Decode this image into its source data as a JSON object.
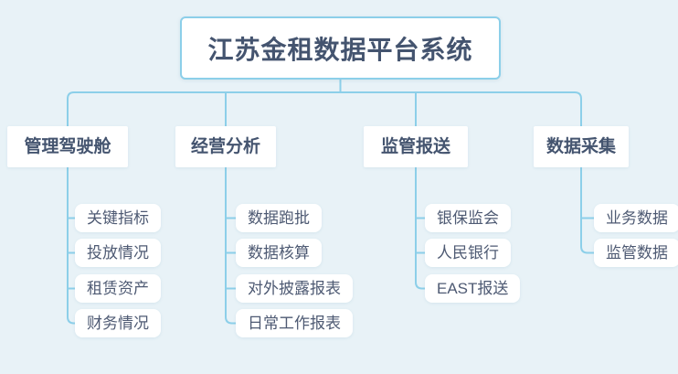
{
  "title": "江苏金租数据平台系统",
  "theme": {
    "canvas-bg": "#e8f2f7",
    "line-color": "#8ccfe9",
    "node-bg": "#ffffff",
    "title-border": "#8ccfe9",
    "heading-text": "#44546f",
    "leaf-text": "#4e5a73"
  },
  "branches": [
    {
      "label": "管理驾驶舱",
      "children": [
        "关键指标",
        "投放情况",
        "租赁资产",
        "财务情况"
      ]
    },
    {
      "label": "经营分析",
      "children": [
        "数据跑批",
        "数据核算",
        "对外披露报表",
        "日常工作报表"
      ]
    },
    {
      "label": "监管报送",
      "children": [
        "银保监会",
        "人民银行",
        "EAST报送"
      ]
    },
    {
      "label": "数据采集",
      "children": [
        "业务数据",
        "监管数据"
      ]
    }
  ]
}
